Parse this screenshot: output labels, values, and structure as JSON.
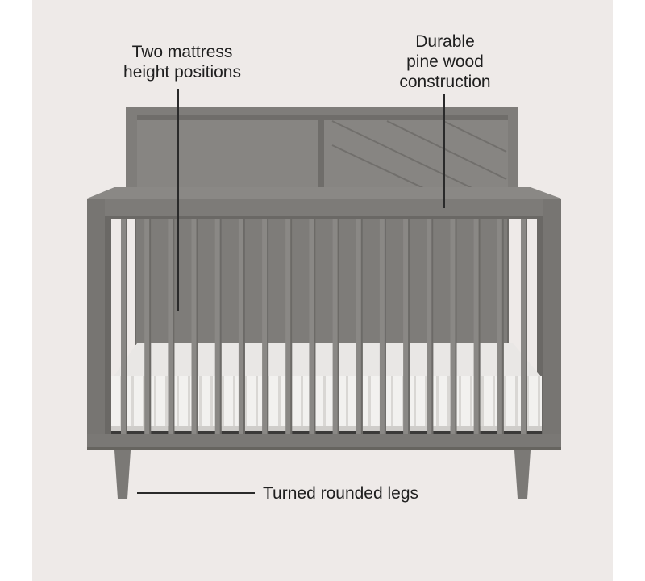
{
  "callouts": {
    "mattress_height": {
      "line1": "Two mattress",
      "line2": "height positions"
    },
    "pine_wood": {
      "line1": "Durable",
      "line2": "pine wood",
      "line3": "construction"
    },
    "legs": {
      "text": "Turned rounded legs"
    }
  },
  "colors": {
    "background": "#eeeae8",
    "crib_gray": "#7d7b78",
    "crib_dark": "#5f5d5a",
    "panel_face": "#858380",
    "mattress": "#f1f0ee",
    "text": "#1f1f1f",
    "leader_line": "#2a2a2a"
  },
  "product": {
    "slat_count": 18
  }
}
